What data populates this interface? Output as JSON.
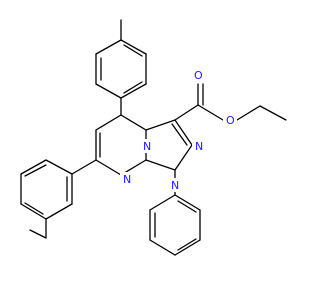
{
  "diagram": {
    "type": "chemical-structure",
    "atom_labels": {
      "ester_oxygen_carbonyl": "O",
      "ester_oxygen_ether": "O",
      "ring_nitrogen_fused": "N",
      "ring_nitrogen_triazole_upper": "N",
      "ring_nitrogen_triazole_lower": "N",
      "ring_nitrogen_phenyl": "N",
      "ring_nitrogen_pyrimidine": "N"
    },
    "colors": {
      "bond": "#000000",
      "heteroatom_label": "#1a1aff",
      "background": "#ffffff"
    }
  }
}
